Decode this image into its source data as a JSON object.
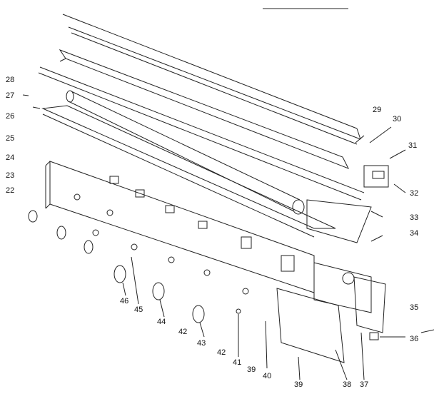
{
  "diagram": {
    "callouts": [
      {
        "id": "28",
        "label": "28"
      },
      {
        "id": "27",
        "label": "27"
      },
      {
        "id": "26",
        "label": "26"
      },
      {
        "id": "25",
        "label": "25"
      },
      {
        "id": "24",
        "label": "24"
      },
      {
        "id": "23",
        "label": "23"
      },
      {
        "id": "22",
        "label": "22"
      },
      {
        "id": "29",
        "label": "29"
      },
      {
        "id": "30",
        "label": "30"
      },
      {
        "id": "31",
        "label": "31"
      },
      {
        "id": "32",
        "label": "32"
      },
      {
        "id": "33",
        "label": "33"
      },
      {
        "id": "34",
        "label": "34"
      },
      {
        "id": "35",
        "label": "35"
      },
      {
        "id": "36",
        "label": "36"
      },
      {
        "id": "46",
        "label": "46"
      },
      {
        "id": "45",
        "label": "45"
      },
      {
        "id": "44",
        "label": "44"
      },
      {
        "id": "42a",
        "label": "42"
      },
      {
        "id": "43",
        "label": "43"
      },
      {
        "id": "42b",
        "label": "42"
      },
      {
        "id": "41",
        "label": "41"
      },
      {
        "id": "39a",
        "label": "39"
      },
      {
        "id": "40",
        "label": "40"
      },
      {
        "id": "39b",
        "label": "39"
      },
      {
        "id": "38",
        "label": "38"
      },
      {
        "id": "37",
        "label": "37"
      }
    ]
  }
}
